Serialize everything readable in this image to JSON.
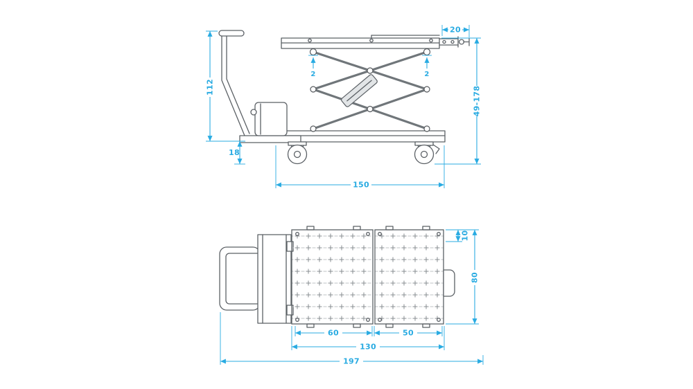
{
  "colors": {
    "dimension": "#29abe2",
    "linework": "#5b6065",
    "background": "#ffffff"
  },
  "side_view": {
    "dims": {
      "overall_height": "112",
      "ground_clearance": "18",
      "base_length": "150",
      "drawbar_extension": "20",
      "roller_offset_left": "2",
      "roller_offset_right": "2",
      "lift_height_range": "49-178"
    }
  },
  "plan_view": {
    "dims": {
      "edge_offset": "10",
      "platform_width": "80",
      "left_plate_length": "60",
      "right_plate_length": "50",
      "platform_length": "130",
      "overall_length": "197"
    }
  }
}
